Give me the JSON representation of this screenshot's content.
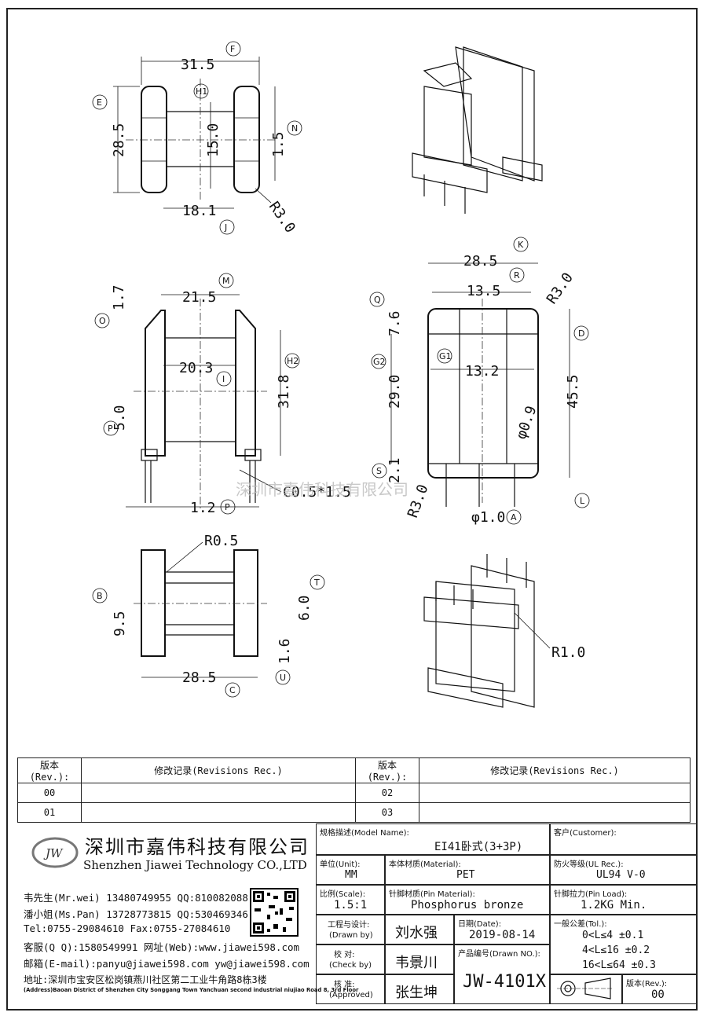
{
  "dims_top": {
    "F": "31.5",
    "E": "28.5",
    "H1": "15.0",
    "N": "1.5",
    "J": "18.1",
    "R3": "R3.0"
  },
  "dims_mid_left": {
    "M": "21.5",
    "O": "1.7",
    "I": "20.3",
    "H2": "31.8",
    "P": "5.0",
    "C05": "C0.5*1.5",
    "P2": "1.2"
  },
  "dims_mid_right": {
    "K": "28.5",
    "R": "13.5",
    "R30": "R3.0",
    "Q": "7.6",
    "G1": "13.2",
    "G2": "29.0",
    "D": "45.5",
    "phi09": "φ0.9",
    "S": "2.1",
    "R30b": "R3.0",
    "phi10": "φ1.0"
  },
  "dims_bottom": {
    "R05": "R0.5",
    "B": "9.5",
    "T": "6.0",
    "U": "1.6",
    "C": "28.5",
    "R10": "R1.0"
  },
  "letters": [
    "F",
    "E",
    "H1",
    "N",
    "J",
    "M",
    "O",
    "I",
    "H2",
    "P",
    "P",
    "K",
    "R",
    "Q",
    "G1",
    "G2",
    "D",
    "S",
    "L",
    "A",
    "B",
    "T",
    "U",
    "C"
  ],
  "watermark": "深圳市嘉伟科技有限公司",
  "revisions": {
    "h_rev": "版本(Rev.):",
    "h_rec": "修改记录(Revisions Rec.)",
    "r00": "00",
    "r01": "01",
    "r02": "02",
    "r03": "03"
  },
  "company": {
    "cn": "深圳市嘉伟科技有限公司",
    "en": "Shenzhen Jiawei Technology CO.,LTD",
    "logo": "JW",
    "c1": "韦先生(Mr.wei) 13480749955 QQ:810082088",
    "c2": "潘小姐(Ms.Pan) 13728773815 QQ:530469346",
    "c3": "Tel:0755-29084610      Fax:0755-27084610",
    "c4": "客服(Q Q):1580549991   网址(Web):www.jiawei598.com",
    "c5": "邮箱(E-mail):panyu@jiawei598.com  yw@jiawei598.com",
    "c6": "地址:深圳市宝安区松岗镇燕川社区第二工业牛角路8栋3楼",
    "c7": "(Address)Baoan District of Shenzhen City Songgang Town Yanchuan  second industrial niujiao Road 8, 3rd Floor"
  },
  "title_block": {
    "model_label": "规格描述(Model Name):",
    "model": "EI41卧式(3+3P)",
    "customer_label": "客户(Customer):",
    "unit_label": "单位(Unit):",
    "unit": "MM",
    "material_label": "本体材质(Material):",
    "material": "PET",
    "ul_label": "防火等级(UL Rec.):",
    "ul": "UL94 V-0",
    "scale_label": "比例(Scale):",
    "scale": "1.5:1",
    "pin_material_label": "针脚材质(Pin Material):",
    "pin_material": "Phosphorus bronze",
    "pin_load_label": "针脚拉力(Pin Load):",
    "pin_load": "1.2KG Min.",
    "drawn_label": "工程与设计:",
    "drawn_by": "(Drawn by)",
    "drawn": "刘水强",
    "date_label": "日期(Date):",
    "date": "2019-08-14",
    "tol_label": "一般公差(Tol.):",
    "tol1": "0<L≤4   ±0.1",
    "tol2": "4<L≤16  ±0.2",
    "tol3": "16<L≤64 ±0.3",
    "check_label": "校  对:",
    "check_by": "(Check by)",
    "check": "韦景川",
    "dno_label": "产品编号(Drawn NO.):",
    "dno": "JW-4101X",
    "approve_label": "核  准:",
    "approve_by": "(Approved)",
    "approve": "张生坤",
    "ver_label": "版本(Rev.):",
    "ver": "00"
  }
}
